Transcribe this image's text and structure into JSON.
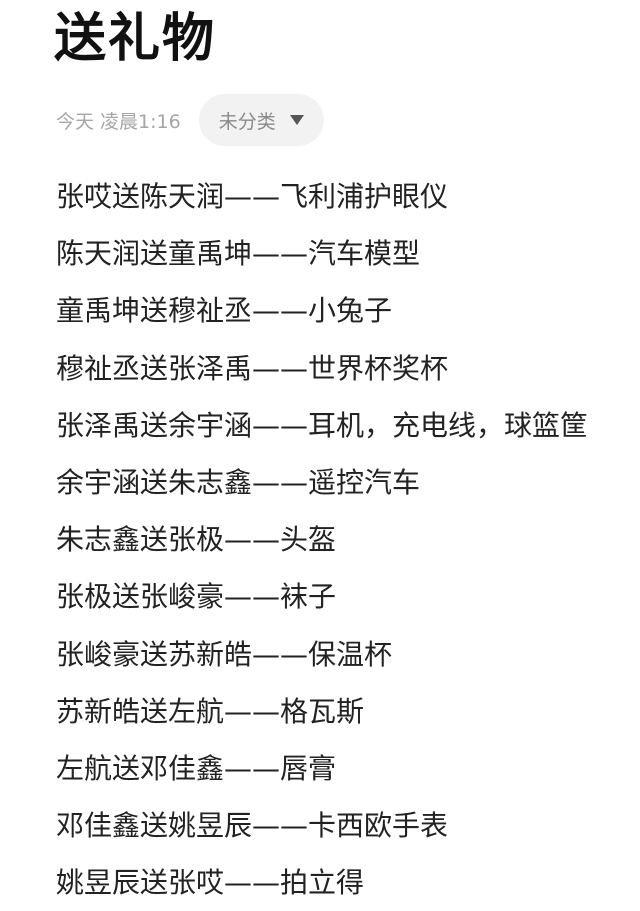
{
  "note": {
    "title": "送礼物",
    "time": "今天 凌晨1:16",
    "category": "未分类",
    "category_icon": "triangle-down-icon",
    "lines": [
      "张哎送陈天润——飞利浦护眼仪",
      "陈天润送童禹坤——汽车模型",
      "童禹坤送穆祉丞——小兔子",
      "穆祉丞送张泽禹——世界杯奖杯",
      "张泽禹送余宇涵——耳机，充电线，球篮筐",
      "余宇涵送朱志鑫——遥控汽车",
      "朱志鑫送张极——头盔",
      "张极送张峻豪——袜子",
      "张峻豪送苏新皓——保温杯",
      "苏新皓送左航——格瓦斯",
      "左航送邓佳鑫——唇膏",
      "邓佳鑫送姚昱辰——卡西欧手表",
      "姚昱辰送张哎——拍立得"
    ]
  }
}
